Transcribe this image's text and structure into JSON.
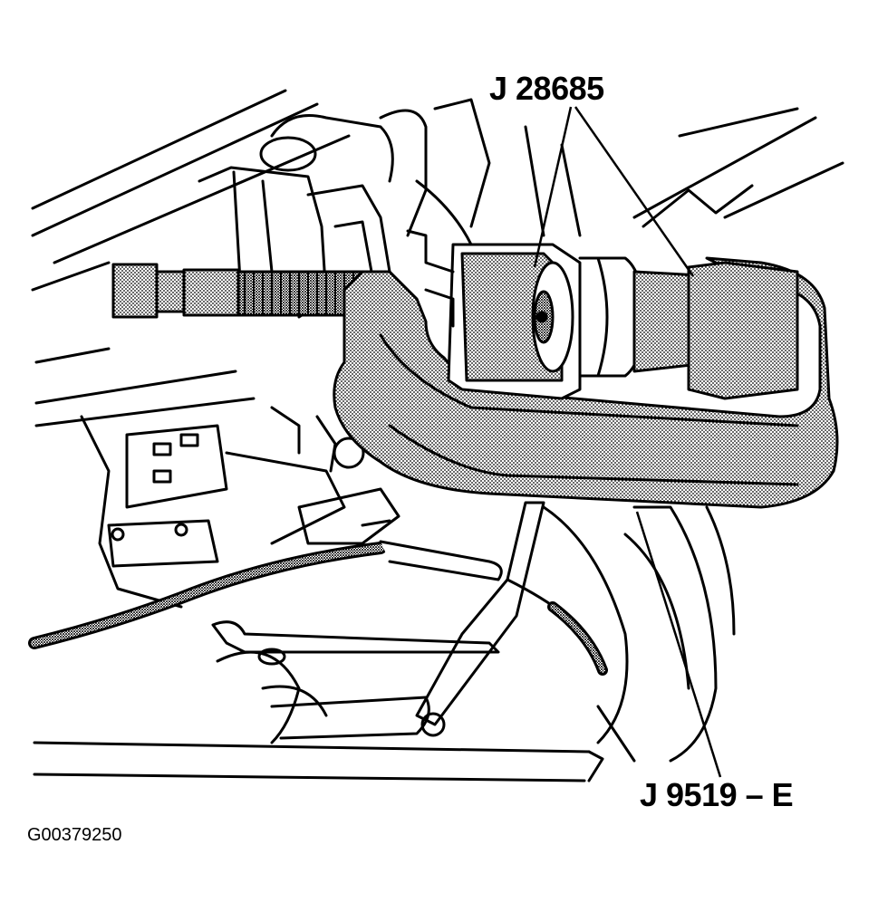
{
  "callouts": {
    "top_tool": "J 28685",
    "bottom_tool": "J 9519 – E"
  },
  "figure_id": "G00379250",
  "colors": {
    "ink": "#000000",
    "paper": "#ffffff",
    "stipple": "#8a8a8a"
  }
}
